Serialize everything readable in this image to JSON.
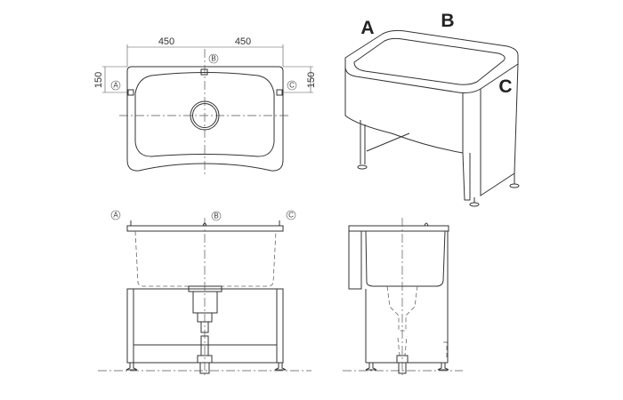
{
  "plan_view": {
    "dimensions": {
      "width_left": "450",
      "width_right": "450",
      "offset_left": "150",
      "offset_right": "150"
    },
    "markers": {
      "a": "A",
      "b": "B",
      "c": "C"
    }
  },
  "iso_view": {
    "labels": {
      "a": "A",
      "b": "B",
      "c": "C"
    }
  },
  "front_view": {
    "markers": {
      "a": "A",
      "b": "B",
      "c": "C"
    }
  }
}
